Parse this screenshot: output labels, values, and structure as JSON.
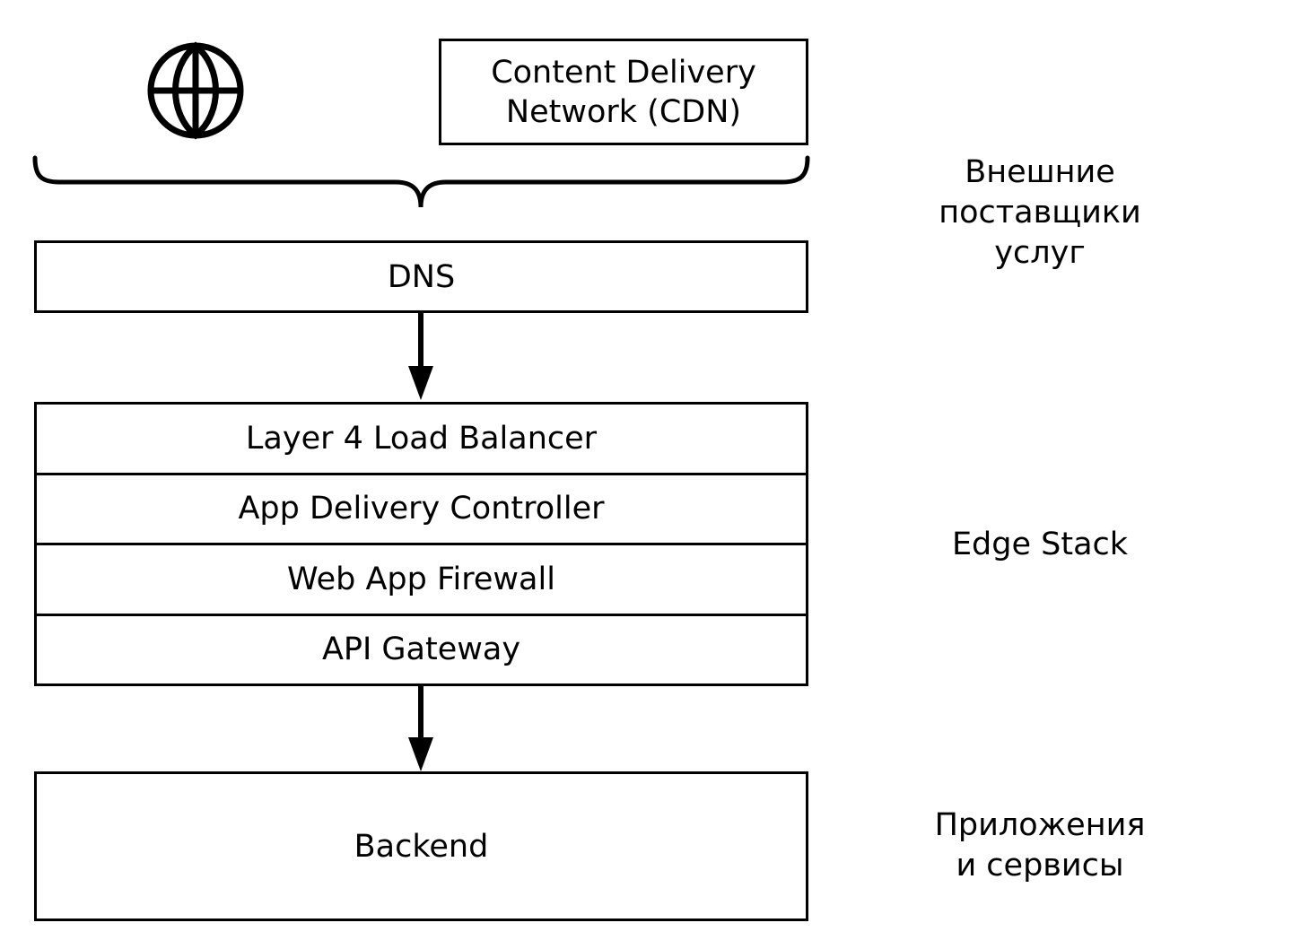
{
  "icons": {
    "globe": "globe-icon"
  },
  "boxes": {
    "cdn": "Content Delivery\nNetwork (CDN)",
    "dns": "DNS",
    "backend": "Backend"
  },
  "edge_stack": {
    "layers": [
      "Layer 4 Load Balancer",
      "App Delivery Controller",
      "Web App Firewall",
      "API Gateway"
    ]
  },
  "side_labels": {
    "external": "Внешние\nпоставщики\nуслуг",
    "edge": "Edge Stack",
    "apps": "Приложения\nи сервисы"
  },
  "colors": {
    "stroke": "#000000",
    "background": "#ffffff"
  }
}
